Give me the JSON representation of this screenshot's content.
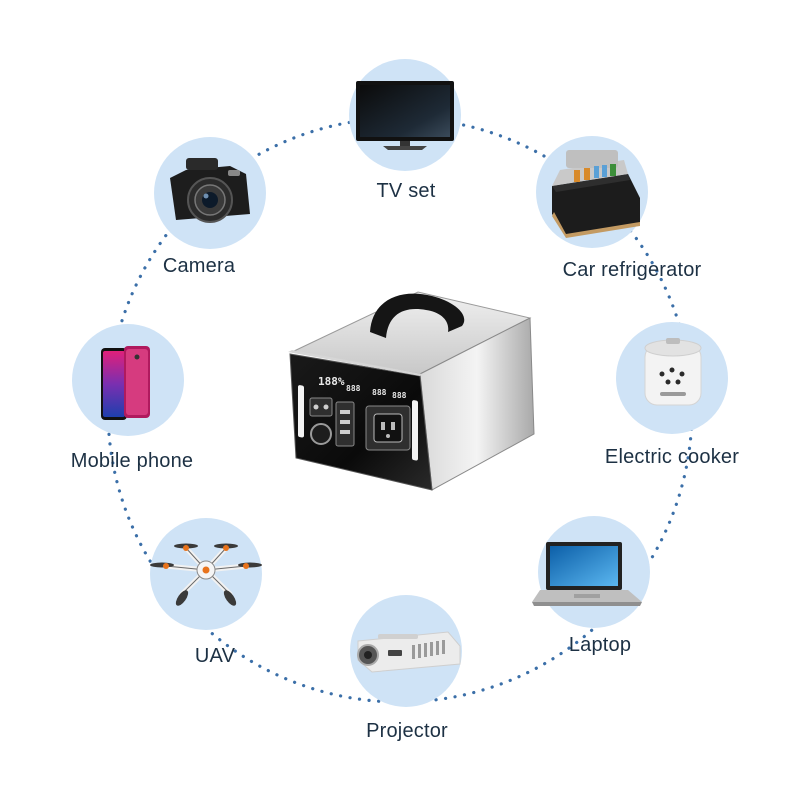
{
  "devices": [
    {
      "id": "tv",
      "label": "TV set",
      "icon": "tv-icon"
    },
    {
      "id": "car-fridge",
      "label": "Car refrigerator",
      "icon": "car-refrigerator-icon"
    },
    {
      "id": "cooker",
      "label": "Electric cooker",
      "icon": "electric-cooker-icon"
    },
    {
      "id": "laptop",
      "label": "Laptop",
      "icon": "laptop-icon"
    },
    {
      "id": "projector",
      "label": "Projector",
      "icon": "projector-icon"
    },
    {
      "id": "uav",
      "label": "UAV",
      "icon": "drone-icon"
    },
    {
      "id": "phone",
      "label": "Mobile phone",
      "icon": "mobile-phone-icon"
    },
    {
      "id": "camera",
      "label": "Camera",
      "icon": "camera-icon"
    }
  ],
  "colors": {
    "circle": "#cfe3f6",
    "dots": "#3b6fa8",
    "label": "#1d3144"
  },
  "center_device": "portable-power-station-icon"
}
